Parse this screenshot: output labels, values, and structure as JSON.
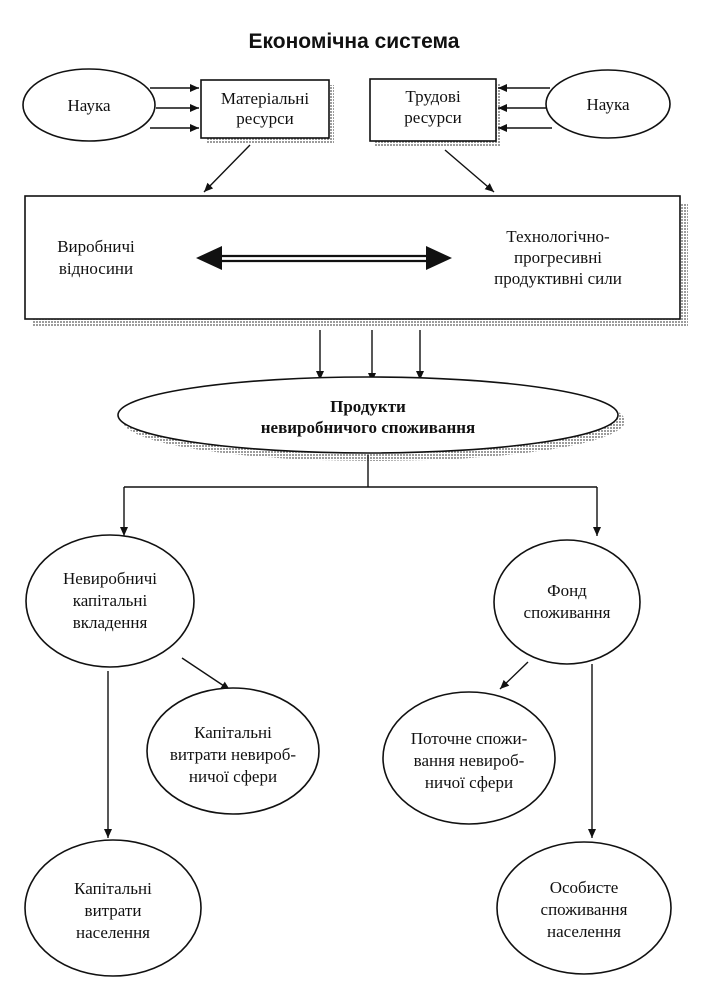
{
  "title": "Економічна система",
  "nodes": {
    "nauka_left": "Наука",
    "nauka_right": "Наука",
    "material_resources": [
      "Матеріальні",
      "ресурси"
    ],
    "labor_resources": [
      "Трудові",
      "ресурси"
    ],
    "production_relations": [
      "Виробничі",
      "відносини"
    ],
    "productive_forces": [
      "Технологічно-",
      "прогресивні",
      "продуктивні сили"
    ],
    "products": [
      "Продукти",
      "невиробничого споживання"
    ],
    "nonprod_investment": [
      "Невиробничі",
      "капітальні",
      "вкладення"
    ],
    "consumption_fund": [
      "Фонд",
      "споживання"
    ],
    "capital_costs_nonprod": [
      "Капітальні",
      "витрати невироб-",
      "ничої сфери"
    ],
    "current_consumption": [
      "Поточне спожи-",
      "вання невироб-",
      "ничої сфери"
    ],
    "capital_costs_population": [
      "Капітальні",
      "витрати",
      "населення"
    ],
    "personal_consumption": [
      "Особисте",
      "споживання",
      "населення"
    ]
  }
}
